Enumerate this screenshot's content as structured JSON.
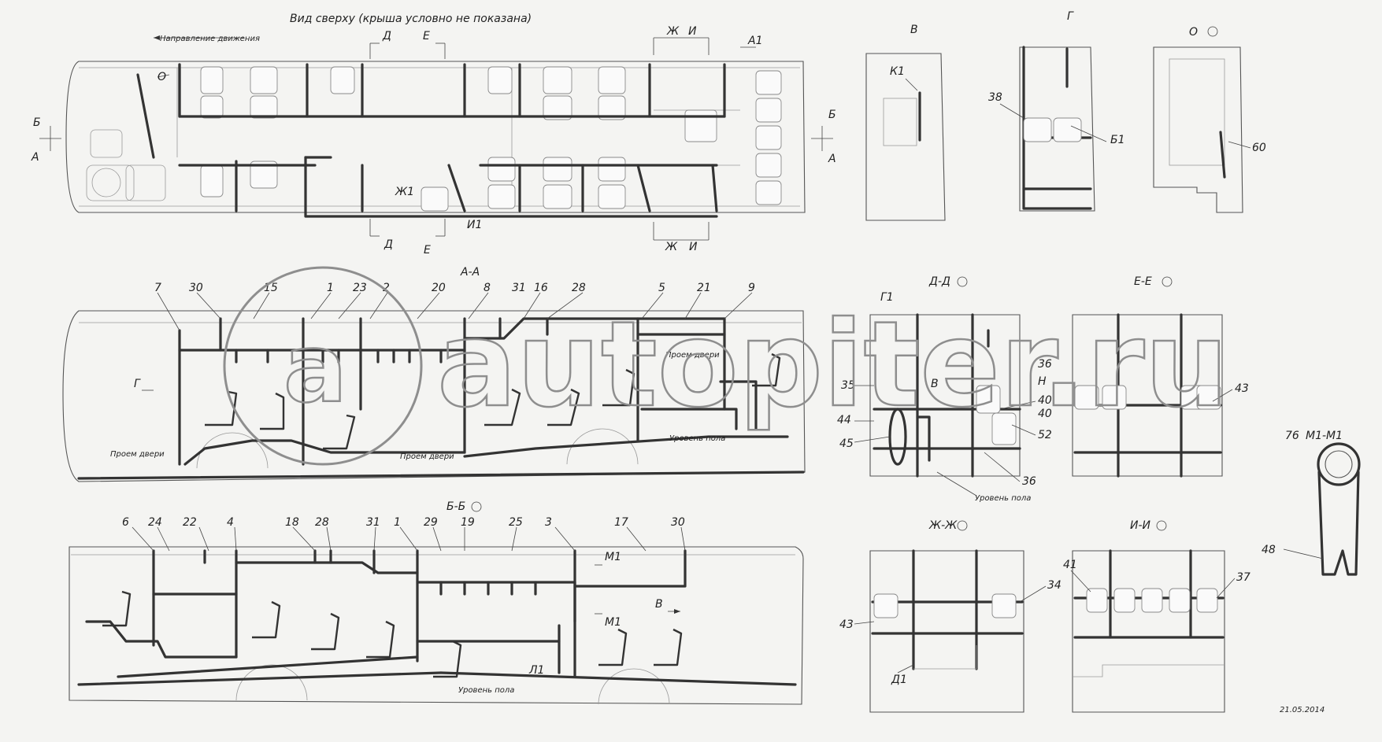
{
  "top_view": {
    "title": "Вид сверху (крыша условно не показана)",
    "direction": "Направление движения",
    "labels": [
      "О",
      "Б",
      "А",
      "Д",
      "Е",
      "Ж",
      "И",
      "А1",
      "Б",
      "А",
      "Ж1",
      "И1",
      "Д",
      "Е",
      "Ж",
      "И"
    ]
  },
  "section_aa": {
    "title": "А-А",
    "callouts": [
      "7",
      "30",
      "15",
      "1",
      "23",
      "2",
      "20",
      "8",
      "31",
      "16",
      "28",
      "5",
      "21",
      "9"
    ],
    "annotations": [
      "Г",
      "Проем двери",
      "Проем двери",
      "Проем двери",
      "Уровень пола"
    ]
  },
  "section_bb": {
    "title": "Б-Б",
    "callouts": [
      "6",
      "24",
      "22",
      "4",
      "18",
      "28",
      "31",
      "1",
      "29",
      "19",
      "25",
      "3",
      "17",
      "30"
    ],
    "annotations": [
      "М1",
      "М1",
      "В",
      "Л1",
      "Уровень пола"
    ]
  },
  "view_v": {
    "title": "В",
    "labels": [
      "К1"
    ]
  },
  "view_g": {
    "title": "Г",
    "callouts": [
      "38",
      "Б1"
    ]
  },
  "view_o": {
    "title": "О",
    "callouts": [
      "60"
    ]
  },
  "section_dd": {
    "title": "Д-Д",
    "callouts": [
      "Г1",
      "35",
      "44",
      "45",
      "В",
      "36",
      "Н",
      "40",
      "40",
      "52",
      "36"
    ],
    "annotations": [
      "Уровень пола"
    ]
  },
  "section_ee": {
    "title": "Е-Е",
    "callouts": [
      "43"
    ]
  },
  "section_zhzh": {
    "title": "Ж-Ж",
    "callouts": [
      "43",
      "34",
      "Д1"
    ]
  },
  "section_ii": {
    "title": "И-И",
    "callouts": [
      "41",
      "37"
    ]
  },
  "detail_m": {
    "title": "М1-М1",
    "callouts": [
      "76",
      "48"
    ]
  },
  "watermark": "autopiter.ru",
  "date": "21.05.2014",
  "colors": {
    "line": "#333333",
    "thin": "#9a9a9a",
    "background": "#f4f4f2",
    "watermark": "#8e8e8e"
  }
}
